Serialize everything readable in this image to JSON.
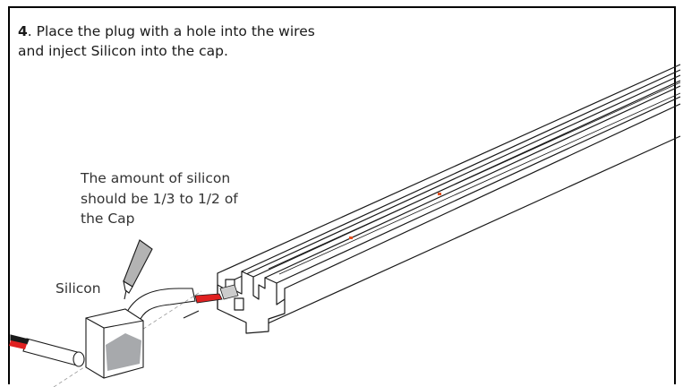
{
  "step": {
    "number": "4",
    "line1_rest": ". Place the plug with a hole into the wires",
    "line2": "and inject Silicon into the cap."
  },
  "note": {
    "line1": "The amount of silicon",
    "line2": "should be 1/3 to 1/2  of",
    "line3": "the Cap"
  },
  "labels": {
    "silicon": "Silicon"
  },
  "colors": {
    "wire_red": "#e02020",
    "led_dot": "#e8501e",
    "silicon_fill": "#a7a9ac",
    "tube": "#b3b3b3",
    "line": "#1a1a1a"
  }
}
